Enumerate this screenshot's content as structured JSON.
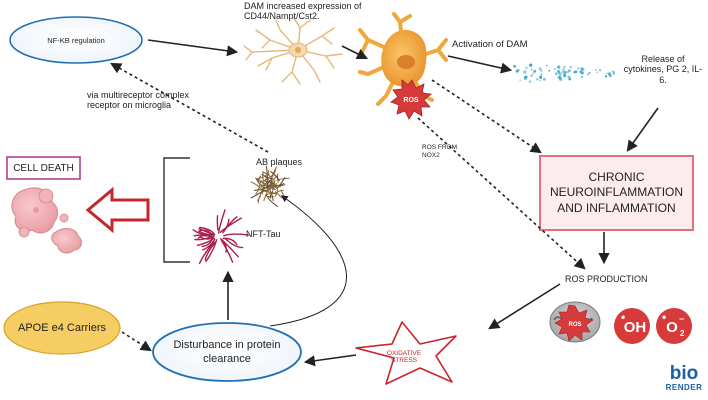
{
  "nodes": {
    "nfkb": "NF-KB  regulation",
    "dam_expression": "DAM increased expression of CD44/Nampt/Cst2.",
    "dam_activation": "Activation of DAM",
    "cytokines": "Release of cytokines, PG 2, IL-6.",
    "chronic": "CHRONIC NEUROINFLAMMATION AND INFLAMMATION",
    "ros_production": "ROS PRODUCTION",
    "oxidative_stress": "OXIDATIVE STRESS",
    "protein_clearance": "Disturbance in protein clearance",
    "apoe": "APOE e4 Carriers",
    "ab_plaques": "AB plaques",
    "nft_tau": "NFT-Tau",
    "cell_death": "CELL DEATH",
    "microglia_receptor": "via multireceptor complex  receptor on microglia",
    "ros_nox2": "ROS FROM NOX2"
  },
  "icons": {
    "ros_badge": "ROS",
    "ros_mito_badge": "ROS",
    "oh_radical": "OH",
    "o2_radical": "O",
    "o2_sub": "2",
    "o2_sup": "−",
    "dot": "•"
  },
  "logo": {
    "line1": "bio",
    "line2": "RENDER"
  },
  "colors": {
    "oval_blue": "#1f6fb5",
    "chronic_border": "#e0727e",
    "chronic_fill": "#fdecee",
    "apoe_fill": "#f6cd62",
    "cell_death_border": "#b0409a",
    "arrow_red": "#c5252b",
    "ros_red": "#d63a3a",
    "tau": "#a8204f",
    "plaque": "#8a6a3c",
    "dam_glia": "#f0a73c",
    "cytokine_dots": "#3ba3c8"
  }
}
